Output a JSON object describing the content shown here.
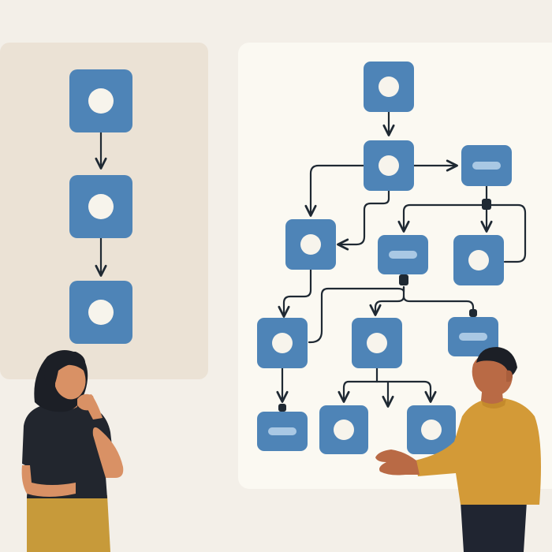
{
  "colors": {
    "background": "#f3efe8",
    "left_panel": "#ebe2d5",
    "right_panel": "#fbf9f2",
    "node_fill": "#4e84b7",
    "node_inner": "#f7f4ec",
    "bar_inner": "#a9c8e4",
    "connector": "#1f2933",
    "skin_woman": "#d99165",
    "skin_man": "#b96a45",
    "hair": "#1c1f26",
    "shirt_woman": "#22262e",
    "pants_woman": "#c79a3a",
    "shirt_man": "#d39a37",
    "pants_man": "#202531"
  },
  "left_flow": {
    "nodes": [
      {
        "id": "L1",
        "marker": "circle"
      },
      {
        "id": "L2",
        "marker": "circle"
      },
      {
        "id": "L3",
        "marker": "circle"
      }
    ]
  },
  "right_flow": {
    "nodes": [
      {
        "id": "R1",
        "marker": "circle"
      },
      {
        "id": "R2",
        "marker": "circle"
      },
      {
        "id": "R3",
        "marker": "bar"
      },
      {
        "id": "R4",
        "marker": "circle"
      },
      {
        "id": "R5",
        "marker": "bar"
      },
      {
        "id": "R6",
        "marker": "circle"
      },
      {
        "id": "R7",
        "marker": "circle"
      },
      {
        "id": "R8",
        "marker": "circle"
      },
      {
        "id": "R9",
        "marker": "bar"
      },
      {
        "id": "R10",
        "marker": "bar"
      },
      {
        "id": "R11",
        "marker": "circle"
      },
      {
        "id": "R12",
        "marker": "circle"
      }
    ]
  },
  "people": [
    {
      "role": "woman-thinking"
    },
    {
      "role": "man-presenting"
    }
  ]
}
